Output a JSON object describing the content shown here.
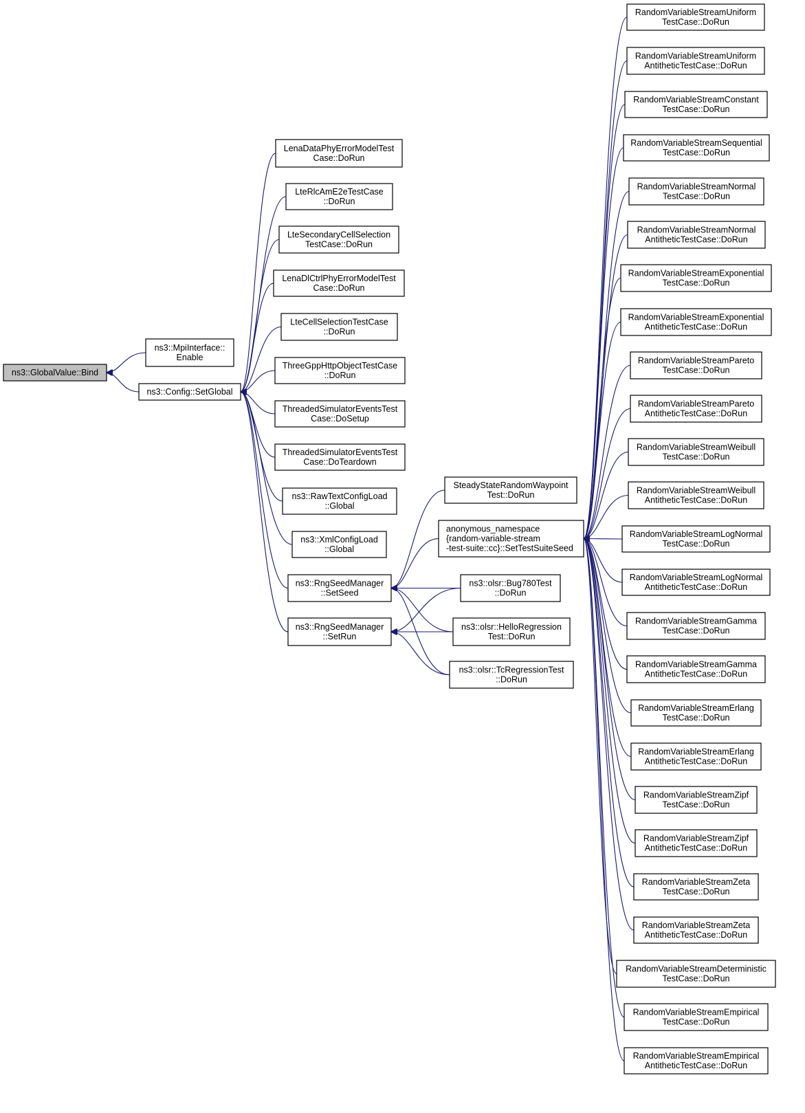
{
  "graph": {
    "edge_color": "#191970",
    "root_fill": "#bfbfbf",
    "nodes": [
      {
        "id": "bind",
        "lines": [
          "ns3::GlobalValue::Bind"
        ],
        "root": true
      },
      {
        "id": "mpi",
        "lines": [
          "ns3::MpiInterface::",
          "Enable"
        ]
      },
      {
        "id": "setglobal",
        "lines": [
          "ns3::Config::SetGlobal"
        ]
      },
      {
        "id": "lena_data",
        "lines": [
          "LenaDataPhyErrorModelTest",
          "Case::DoRun"
        ]
      },
      {
        "id": "lte_rlc",
        "lines": [
          "LteRlcAmE2eTestCase",
          "::DoRun"
        ]
      },
      {
        "id": "lte_sec",
        "lines": [
          "LteSecondaryCellSelection",
          "TestCase::DoRun"
        ]
      },
      {
        "id": "lena_dl",
        "lines": [
          "LenaDlCtrlPhyErrorModelTest",
          "Case::DoRun"
        ]
      },
      {
        "id": "lte_cell",
        "lines": [
          "LteCellSelectionTestCase",
          "::DoRun"
        ]
      },
      {
        "id": "three_gpp",
        "lines": [
          "ThreeGppHttpObjectTestCase",
          "::DoRun"
        ]
      },
      {
        "id": "threaded_setup",
        "lines": [
          "ThreadedSimulatorEventsTest",
          "Case::DoSetup"
        ]
      },
      {
        "id": "threaded_teardown",
        "lines": [
          "ThreadedSimulatorEventsTest",
          "Case::DoTeardown"
        ]
      },
      {
        "id": "rawtext",
        "lines": [
          "ns3::RawTextConfigLoad",
          "::Global"
        ]
      },
      {
        "id": "xml",
        "lines": [
          "ns3::XmlConfigLoad",
          "::Global"
        ]
      },
      {
        "id": "setseed",
        "lines": [
          "ns3::RngSeedManager",
          "::SetSeed"
        ]
      },
      {
        "id": "setrun",
        "lines": [
          "ns3::RngSeedManager",
          "::SetRun"
        ]
      },
      {
        "id": "steady",
        "lines": [
          "SteadyStateRandomWaypoint",
          "Test::DoRun"
        ]
      },
      {
        "id": "anon",
        "lines": [
          "anonymous_namespace",
          "{random-variable-stream",
          "-test-suite::cc}::SetTestSuiteSeed"
        ]
      },
      {
        "id": "bug780",
        "lines": [
          "ns3::olsr::Bug780Test",
          "::DoRun"
        ]
      },
      {
        "id": "hello",
        "lines": [
          "ns3::olsr::HelloRegression",
          "Test::DoRun"
        ]
      },
      {
        "id": "tc",
        "lines": [
          "ns3::olsr::TcRegressionTest",
          "::DoRun"
        ]
      },
      {
        "id": "r01",
        "lines": [
          "RandomVariableStreamUniform",
          "TestCase::DoRun"
        ]
      },
      {
        "id": "r02",
        "lines": [
          "RandomVariableStreamUniform",
          "AntitheticTestCase::DoRun"
        ]
      },
      {
        "id": "r03",
        "lines": [
          "RandomVariableStreamConstant",
          "TestCase::DoRun"
        ]
      },
      {
        "id": "r04",
        "lines": [
          "RandomVariableStreamSequential",
          "TestCase::DoRun"
        ]
      },
      {
        "id": "r05",
        "lines": [
          "RandomVariableStreamNormal",
          "TestCase::DoRun"
        ]
      },
      {
        "id": "r06",
        "lines": [
          "RandomVariableStreamNormal",
          "AntitheticTestCase::DoRun"
        ]
      },
      {
        "id": "r07",
        "lines": [
          "RandomVariableStreamExponential",
          "TestCase::DoRun"
        ]
      },
      {
        "id": "r08",
        "lines": [
          "RandomVariableStreamExponential",
          "AntitheticTestCase::DoRun"
        ]
      },
      {
        "id": "r09",
        "lines": [
          "RandomVariableStreamPareto",
          "TestCase::DoRun"
        ]
      },
      {
        "id": "r10",
        "lines": [
          "RandomVariableStreamPareto",
          "AntitheticTestCase::DoRun"
        ]
      },
      {
        "id": "r11",
        "lines": [
          "RandomVariableStreamWeibull",
          "TestCase::DoRun"
        ]
      },
      {
        "id": "r12",
        "lines": [
          "RandomVariableStreamWeibull",
          "AntitheticTestCase::DoRun"
        ]
      },
      {
        "id": "r13",
        "lines": [
          "RandomVariableStreamLogNormal",
          "TestCase::DoRun"
        ]
      },
      {
        "id": "r14",
        "lines": [
          "RandomVariableStreamLogNormal",
          "AntitheticTestCase::DoRun"
        ]
      },
      {
        "id": "r15",
        "lines": [
          "RandomVariableStreamGamma",
          "TestCase::DoRun"
        ]
      },
      {
        "id": "r16",
        "lines": [
          "RandomVariableStreamGamma",
          "AntitheticTestCase::DoRun"
        ]
      },
      {
        "id": "r17",
        "lines": [
          "RandomVariableStreamErlang",
          "TestCase::DoRun"
        ]
      },
      {
        "id": "r18",
        "lines": [
          "RandomVariableStreamErlang",
          "AntitheticTestCase::DoRun"
        ]
      },
      {
        "id": "r19",
        "lines": [
          "RandomVariableStreamZipf",
          "TestCase::DoRun"
        ]
      },
      {
        "id": "r20",
        "lines": [
          "RandomVariableStreamZipf",
          "AntitheticTestCase::DoRun"
        ]
      },
      {
        "id": "r21",
        "lines": [
          "RandomVariableStreamZeta",
          "TestCase::DoRun"
        ]
      },
      {
        "id": "r22",
        "lines": [
          "RandomVariableStreamZeta",
          "AntitheticTestCase::DoRun"
        ]
      },
      {
        "id": "r23",
        "lines": [
          "RandomVariableStreamDeterministic",
          "TestCase::DoRun"
        ]
      },
      {
        "id": "r24",
        "lines": [
          "RandomVariableStreamEmpirical",
          "TestCase::DoRun"
        ]
      },
      {
        "id": "r25",
        "lines": [
          "RandomVariableStreamEmpirical",
          "AntitheticTestCase::DoRun"
        ]
      }
    ],
    "edges": [
      {
        "from": "mpi",
        "to": "bind"
      },
      {
        "from": "setglobal",
        "to": "bind"
      },
      {
        "from": "lena_data",
        "to": "setglobal"
      },
      {
        "from": "lte_rlc",
        "to": "setglobal"
      },
      {
        "from": "lte_sec",
        "to": "setglobal"
      },
      {
        "from": "lena_dl",
        "to": "setglobal"
      },
      {
        "from": "lte_cell",
        "to": "setglobal"
      },
      {
        "from": "three_gpp",
        "to": "setglobal"
      },
      {
        "from": "threaded_setup",
        "to": "setglobal"
      },
      {
        "from": "threaded_teardown",
        "to": "setglobal"
      },
      {
        "from": "rawtext",
        "to": "setglobal"
      },
      {
        "from": "xml",
        "to": "setglobal"
      },
      {
        "from": "setseed",
        "to": "setglobal"
      },
      {
        "from": "setrun",
        "to": "setglobal"
      },
      {
        "from": "steady",
        "to": "setseed"
      },
      {
        "from": "anon",
        "to": "setseed"
      },
      {
        "from": "bug780",
        "to": "setseed"
      },
      {
        "from": "hello",
        "to": "setseed"
      },
      {
        "from": "tc",
        "to": "setseed"
      },
      {
        "from": "bug780",
        "to": "setrun"
      },
      {
        "from": "hello",
        "to": "setrun"
      },
      {
        "from": "tc",
        "to": "setrun"
      },
      {
        "from": "r01",
        "to": "anon"
      },
      {
        "from": "r02",
        "to": "anon"
      },
      {
        "from": "r03",
        "to": "anon"
      },
      {
        "from": "r04",
        "to": "anon"
      },
      {
        "from": "r05",
        "to": "anon"
      },
      {
        "from": "r06",
        "to": "anon"
      },
      {
        "from": "r07",
        "to": "anon"
      },
      {
        "from": "r08",
        "to": "anon"
      },
      {
        "from": "r09",
        "to": "anon"
      },
      {
        "from": "r10",
        "to": "anon"
      },
      {
        "from": "r11",
        "to": "anon"
      },
      {
        "from": "r12",
        "to": "anon"
      },
      {
        "from": "r13",
        "to": "anon"
      },
      {
        "from": "r14",
        "to": "anon"
      },
      {
        "from": "r15",
        "to": "anon"
      },
      {
        "from": "r16",
        "to": "anon"
      },
      {
        "from": "r17",
        "to": "anon"
      },
      {
        "from": "r18",
        "to": "anon"
      },
      {
        "from": "r19",
        "to": "anon"
      },
      {
        "from": "r20",
        "to": "anon"
      },
      {
        "from": "r21",
        "to": "anon"
      },
      {
        "from": "r22",
        "to": "anon"
      },
      {
        "from": "r23",
        "to": "anon"
      },
      {
        "from": "r24",
        "to": "anon"
      },
      {
        "from": "r25",
        "to": "anon"
      }
    ]
  }
}
